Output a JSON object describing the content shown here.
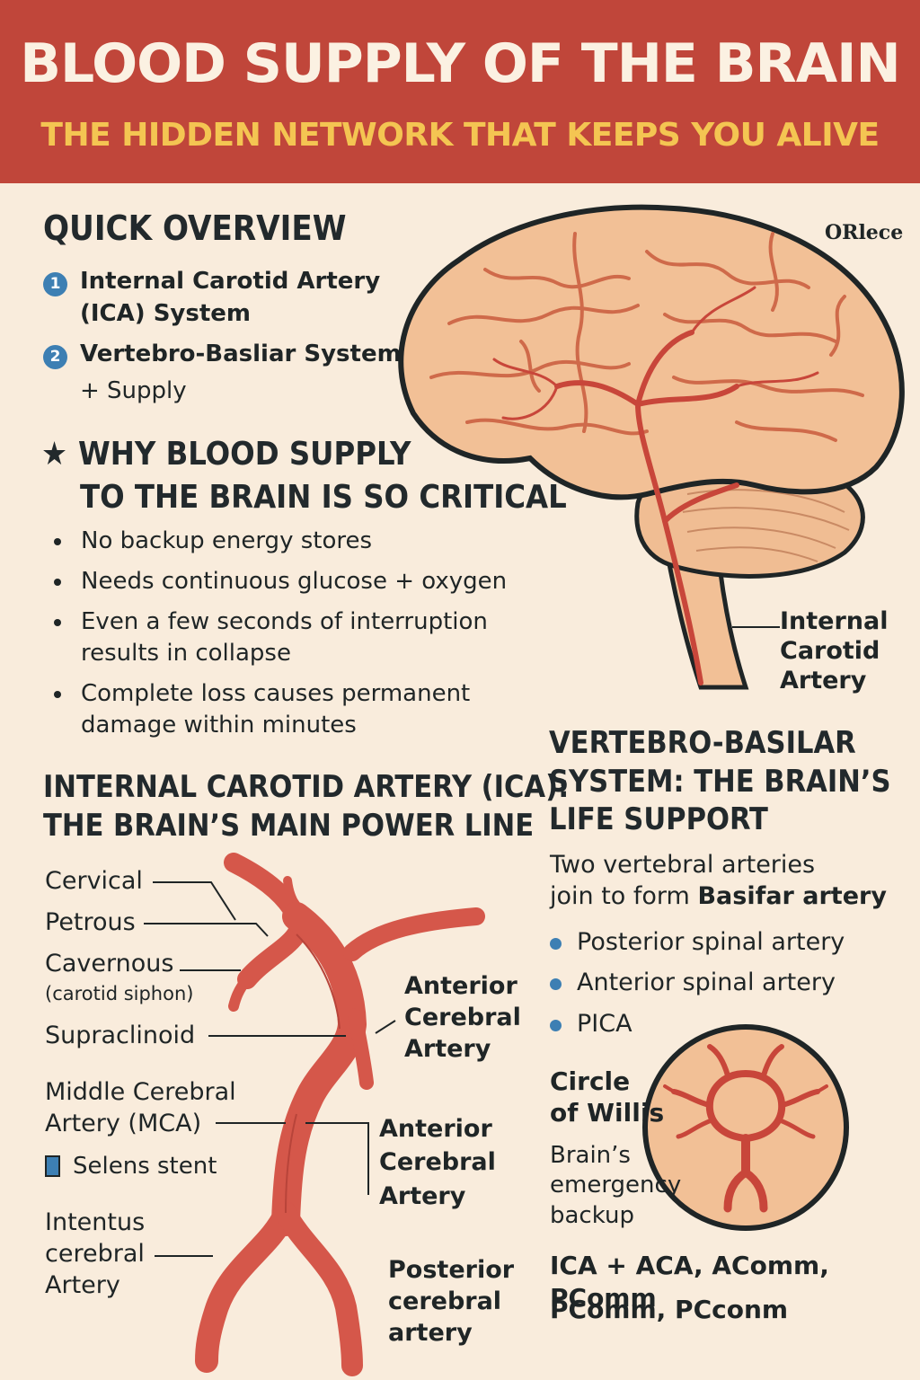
{
  "header": {
    "title": "BLOOD SUPPLY OF THE BRAIN",
    "subtitle": "THE HIDDEN NETWORK THAT KEEPS YOU ALIVE"
  },
  "overview": {
    "heading": "QUICK OVERVIEW",
    "items": [
      {
        "num": "1",
        "line1": "Internal Carotid Artery",
        "line2": "(ICA) System"
      },
      {
        "num": "2",
        "line1": "Vertebro-Basliar System",
        "line2": "+ Supply"
      }
    ]
  },
  "brain_illustration": {
    "watermark": "ORlece",
    "label": [
      "Internal",
      "Carotid",
      "Artery"
    ]
  },
  "why": {
    "star": "★",
    "heading_line1": "WHY BLOOD SUPPLY",
    "heading_line2": "TO THE BRAIN IS SO CRITICAL",
    "bullets": [
      [
        "No backup energy stores"
      ],
      [
        "Needs continuous glucose + oxygen"
      ],
      [
        "Even a few seconds of interruption",
        "results in collapse"
      ],
      [
        "Complete loss causes permanent",
        "damage within minutes"
      ]
    ]
  },
  "ica": {
    "heading_line1": "INTERNAL CAROTID ARTERY (ICA):",
    "heading_line2": "THE BRAIN’S MAIN POWER LINE",
    "left_labels": {
      "cervical": "Cervical",
      "petrous": "Petrous",
      "cavernous": "Cavernous",
      "cavernous_note": "(carotid siphon)",
      "supraclinoid": "Supraclinoid",
      "mca_line1": "Middle Cerebral",
      "mca_line2": "Artery (MCA)",
      "stent": "Selens stent",
      "intentus": [
        "Intentus",
        "cerebral",
        "Artery"
      ]
    },
    "right_labels": {
      "aca_upper": [
        "Anterior",
        "Cerebral",
        "Artery"
      ],
      "aca_lower": [
        "Anterior",
        "Cerebral",
        "Artery"
      ],
      "pca": [
        "Posterior",
        "cerebral",
        "artery"
      ]
    },
    "colors": {
      "artery": "#d5574a",
      "stent": "#3d7fb3"
    }
  },
  "vb": {
    "heading": [
      "VERTEBRO-BASILAR",
      "SYSTEM: THE BRAIN’S",
      "LIFE SUPPORT"
    ],
    "intro_line1": "Two vertebral arteries",
    "intro_line2_pre": "join to form ",
    "intro_line2_bold": "Basifar artery",
    "branches": [
      "Posterior spinal artery",
      "Anterior spinal artery",
      "PICA"
    ],
    "circle": {
      "title": [
        "Circle",
        "of Willis"
      ],
      "caption": [
        "Brain’s",
        "emergency",
        "backup"
      ]
    },
    "footer_line1": "ICA + ACA, AComm, PComm",
    "footer_line2": "PComm, PCconm"
  },
  "colors": {
    "banner": "#c0463a",
    "subtitle": "#f4c552",
    "background": "#f9ecdc",
    "brain": "#f2c096",
    "vessel": "#c8463a",
    "accent_blue": "#3d7fb3"
  }
}
